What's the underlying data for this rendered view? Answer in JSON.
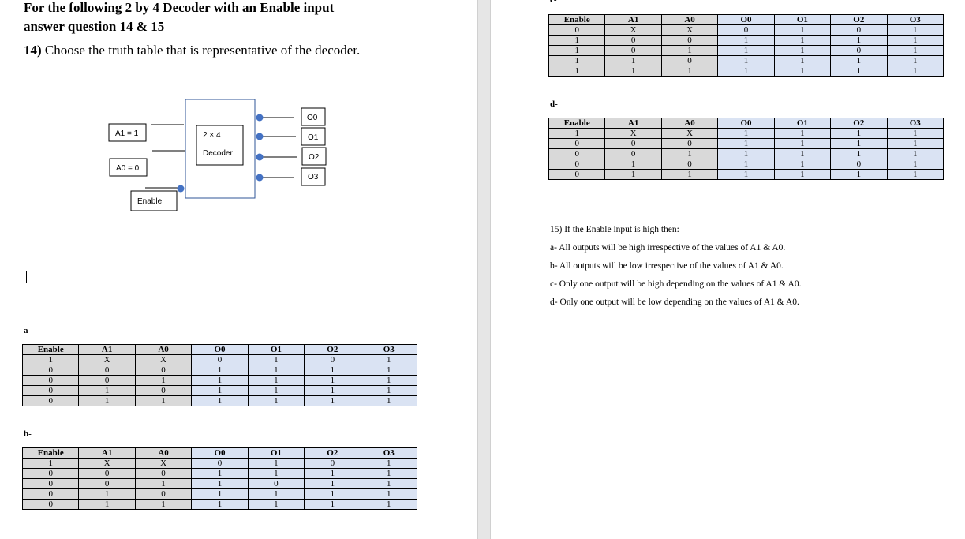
{
  "heading": {
    "line1": "For the following 2 by 4 Decoder with an Enable input",
    "line2": "answer question 14 & 15"
  },
  "q14": {
    "number": "14)",
    "text": "Choose the truth table that is representative of the decoder."
  },
  "diagram": {
    "a1": "A1 = 1",
    "a0": "A0 = 0",
    "enable": "Enable",
    "block_line1": "2 × 4",
    "block_line2": "Decoder",
    "outputs": [
      "O0",
      "O1",
      "O2",
      "O3"
    ],
    "pin_color": "#4472c4",
    "box_border": "#2f5597"
  },
  "headers": [
    "Enable",
    "A1",
    "A0",
    "O0",
    "O1",
    "O2",
    "O3"
  ],
  "tables": {
    "a": {
      "label": "a-",
      "rows": [
        [
          "1",
          "X",
          "X",
          "0",
          "1",
          "0",
          "1"
        ],
        [
          "0",
          "0",
          "0",
          "1",
          "1",
          "1",
          "1"
        ],
        [
          "0",
          "0",
          "1",
          "1",
          "1",
          "1",
          "1"
        ],
        [
          "0",
          "1",
          "0",
          "1",
          "1",
          "1",
          "1"
        ],
        [
          "0",
          "1",
          "1",
          "1",
          "1",
          "1",
          "1"
        ]
      ]
    },
    "b": {
      "label": "b-",
      "rows": [
        [
          "1",
          "X",
          "X",
          "0",
          "1",
          "0",
          "1"
        ],
        [
          "0",
          "0",
          "0",
          "1",
          "1",
          "1",
          "1"
        ],
        [
          "0",
          "0",
          "1",
          "1",
          "0",
          "1",
          "1"
        ],
        [
          "0",
          "1",
          "0",
          "1",
          "1",
          "1",
          "1"
        ],
        [
          "0",
          "1",
          "1",
          "1",
          "1",
          "1",
          "1"
        ]
      ]
    },
    "c": {
      "label": "c-",
      "rows": [
        [
          "0",
          "X",
          "X",
          "0",
          "1",
          "0",
          "1"
        ],
        [
          "1",
          "0",
          "0",
          "1",
          "1",
          "1",
          "1"
        ],
        [
          "1",
          "0",
          "1",
          "1",
          "1",
          "0",
          "1"
        ],
        [
          "1",
          "1",
          "0",
          "1",
          "1",
          "1",
          "1"
        ],
        [
          "1",
          "1",
          "1",
          "1",
          "1",
          "1",
          "1"
        ]
      ]
    },
    "d": {
      "label": "d-",
      "rows": [
        [
          "1",
          "X",
          "X",
          "1",
          "1",
          "1",
          "1"
        ],
        [
          "0",
          "0",
          "0",
          "1",
          "1",
          "1",
          "1"
        ],
        [
          "0",
          "0",
          "1",
          "1",
          "1",
          "1",
          "1"
        ],
        [
          "0",
          "1",
          "0",
          "1",
          "1",
          "0",
          "1"
        ],
        [
          "0",
          "1",
          "1",
          "1",
          "1",
          "1",
          "1"
        ]
      ]
    }
  },
  "q15": {
    "question": "15) If the Enable input is high then:",
    "options": [
      "a- All outputs will be high irrespective of the values of A1 & A0.",
      "b- All outputs will be low irrespective of the values of A1 & A0.",
      "c- Only one output will be high depending on the values of A1 & A0.",
      "d- Only one output will be low depending on the values of A1 & A0."
    ]
  },
  "colors": {
    "input_cells": "#d9d9d9",
    "output_cells": "#dae3f3"
  }
}
